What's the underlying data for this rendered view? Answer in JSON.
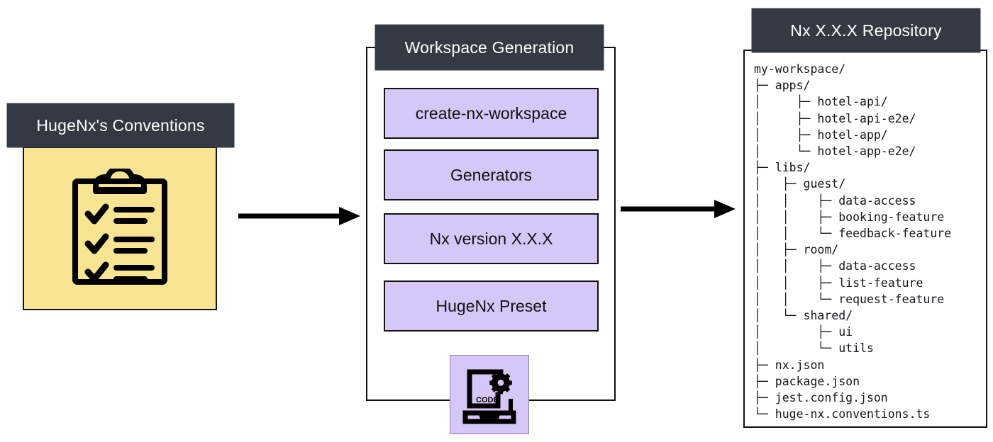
{
  "diagram": {
    "title": "HugeNx workspace generation flow",
    "colors": {
      "header_bg": "#343a44",
      "header_text": "#ffffff",
      "accent_yellow": "#f9e493",
      "accent_purple": "#d7c7f8",
      "stroke": "#111111",
      "page_bg": "#ffffff"
    }
  },
  "left": {
    "header": "HugeNx's Conventions",
    "icon": "clipboard-checklist-icon"
  },
  "arrows": [
    {
      "name": "arrow-conventions-to-generation"
    },
    {
      "name": "arrow-generation-to-repository"
    }
  ],
  "middle": {
    "header": "Workspace Generation",
    "items": [
      {
        "label": "create-nx-workspace"
      },
      {
        "label": "Generators"
      },
      {
        "label": "Nx version X.X.X"
      },
      {
        "label": "HugeNx Preset"
      }
    ],
    "badge": {
      "icon": "code-laptop-gear-icon",
      "caption": "CODE"
    }
  },
  "right": {
    "header": "Nx  X.X.X Repository",
    "tree": [
      "my-workspace/",
      "├─ apps/",
      "│     ├─ hotel-api/",
      "│     ├─ hotel-api-e2e/",
      "│     ├─ hotel-app/",
      "│     └─ hotel-app-e2e/",
      "├─ libs/",
      "│   ├─ guest/",
      "│   │    ├─ data-access",
      "│   │    ├─ booking-feature",
      "│   │    └─ feedback-feature",
      "│   ├─ room/",
      "│   │    ├─ data-access",
      "│   │    ├─ list-feature",
      "│   │    └─ request-feature",
      "│   └─ shared/",
      "│        ├─ ui",
      "│        └─ utils",
      "├─ nx.json",
      "├─ package.json",
      "├─ jest.config.json",
      "└─ huge-nx.conventions.ts"
    ]
  }
}
